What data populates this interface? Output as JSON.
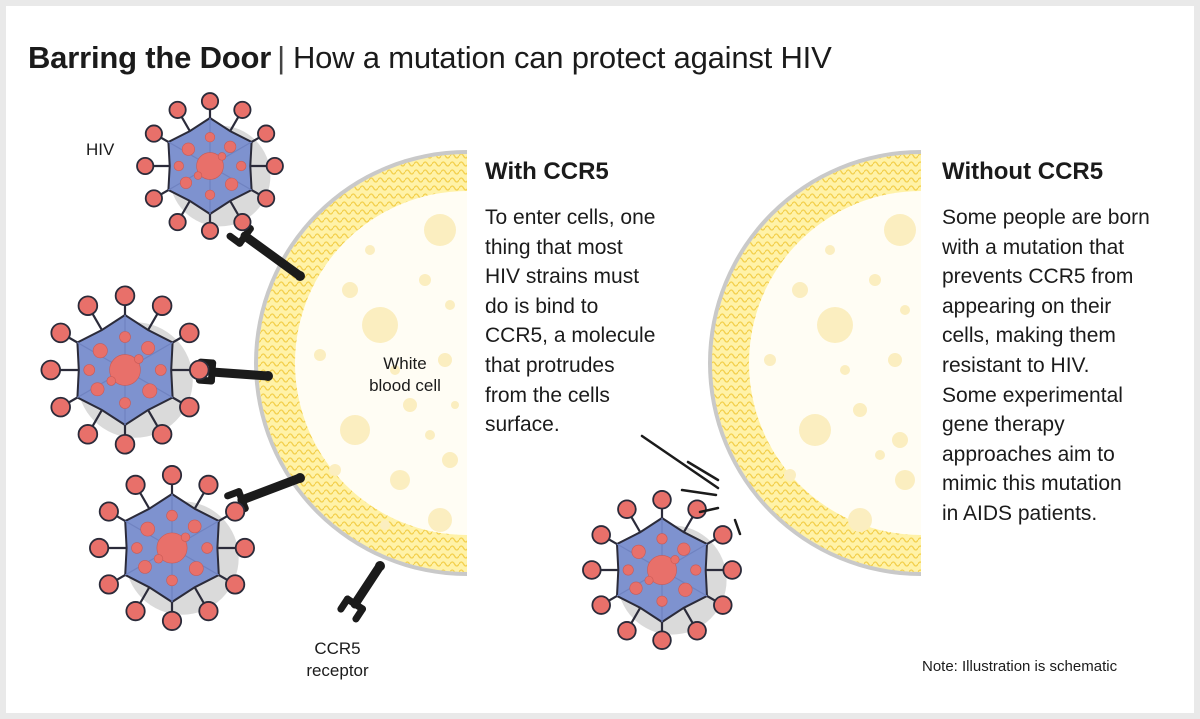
{
  "title": {
    "bold": "Barring the Door",
    "separator": "|",
    "subtitle": "How a mutation can protect against HIV"
  },
  "labels": {
    "hiv": "HIV",
    "cell_line1": "White",
    "cell_line2": "blood cell",
    "receptor_line1": "CCR5",
    "receptor_line2": "receptor"
  },
  "with_ccr5": {
    "heading": "With CCR5",
    "lines": [
      "To enter cells, one",
      "thing that most",
      "HIV strains must",
      "do is bind to",
      "CCR5, a molecule",
      "that protrudes",
      "from the cells",
      "surface."
    ]
  },
  "without_ccr5": {
    "heading": "Without CCR5",
    "lines": [
      "Some people are born",
      "with a mutation that",
      "prevents CCR5 from",
      "appearing on their",
      "cells, making them",
      "resistant to HIV.",
      "Some experimental",
      "gene therapy",
      "approaches aim to",
      "mimic this mutation",
      "in AIDS patients."
    ]
  },
  "note": "Note: Illustration is schematic",
  "colors": {
    "virus_body": "#7e92cf",
    "virus_spike": "#e8706a",
    "membrane": "#f6dc6a",
    "cell_interior": "#fffdf4",
    "vesicle": "#fbeec0",
    "receptor": "#1b1b1b"
  }
}
